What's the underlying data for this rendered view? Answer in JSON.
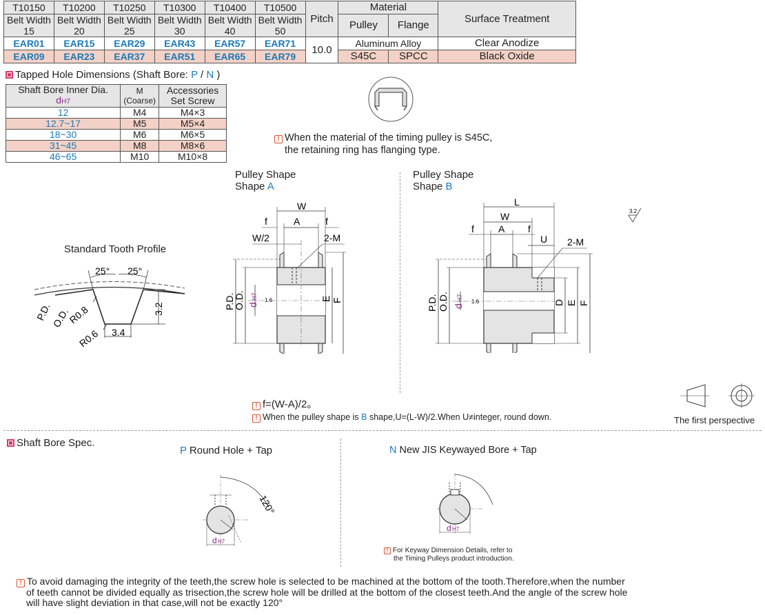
{
  "spec_table": {
    "series": [
      "T10150",
      "T10200",
      "T10250",
      "T10300",
      "T10400",
      "T10500"
    ],
    "belt_width_label": "Belt Width",
    "belt_widths": [
      "15",
      "20",
      "25",
      "30",
      "40",
      "50"
    ],
    "pitch_label": "Pitch",
    "material_label": "Material",
    "pulley_label": "Pulley",
    "flange_label": "Flange",
    "surface_label": "Surface Treatment",
    "pitch_value": "10.0",
    "rows": [
      {
        "codes": [
          "EAR01",
          "EAR15",
          "EAR29",
          "EAR43",
          "EAR57",
          "EAR71"
        ],
        "material": "Aluminum Alloy",
        "surface": "Clear Anodize"
      },
      {
        "codes": [
          "EAR09",
          "EAR23",
          "EAR37",
          "EAR51",
          "EAR65",
          "EAR79"
        ],
        "pulley": "S45C",
        "flange": "SPCC",
        "surface": "Black Oxide"
      }
    ]
  },
  "tapped_holes": {
    "title_prefix": "Tapped Hole Dimensions (Shaft Bore: ",
    "p": "P",
    "sep": " / ",
    "n": "N",
    "title_suffix": " )",
    "col1": "Shaft Bore Inner Dia.",
    "col1_sub_d": "d",
    "col1_sub_h": "H7",
    "col2": "M",
    "col2_sub": "(Coarse)",
    "col3a": "Accessories",
    "col3b": "Set Screw",
    "rows": [
      {
        "dia": "12",
        "m": "M4",
        "screw": "M4×3"
      },
      {
        "dia": "12.7~17",
        "m": "M5",
        "screw": "M5×4"
      },
      {
        "dia": "18~30",
        "m": "M6",
        "screw": "M6×5"
      },
      {
        "dia": "31~45",
        "m": "M8",
        "screw": "M8×6"
      },
      {
        "dia": "46~65",
        "m": "M10",
        "screw": "M10×8"
      }
    ]
  },
  "ring_note": {
    "line1": "When the material of the timing pulley is S45C,",
    "line2": "the retaining ring has flanging type."
  },
  "tooth_profile": {
    "title": "Standard Tooth Profile",
    "angle_left": "25°",
    "angle_right": "25°",
    "pd": "P.D.",
    "od": "O.D.",
    "r08": "R0.8",
    "r06": "R0.6",
    "width": "3.4",
    "depth": "3.2"
  },
  "shape_a": {
    "title": "Pulley Shape",
    "shape_label": "Shape ",
    "shape_letter": "A",
    "w": "W",
    "a": "A",
    "f": "f",
    "w2": "W/2",
    "m": "2-M",
    "pd": "P.D.",
    "od": "O.D.",
    "d": "d",
    "h7": "H7",
    "e": "E",
    "fdim": "F",
    "rough": "1.6"
  },
  "shape_b": {
    "title": "Pulley Shape",
    "shape_label": "Shape ",
    "shape_letter": "B",
    "l": "L",
    "w": "W",
    "a": "A",
    "f": "f",
    "u": "U",
    "m": "2-M",
    "pd": "P.D.",
    "od": "O.D.",
    "d": "d",
    "h7": "H7",
    "dd": "D",
    "e": "E",
    "fdim": "F",
    "rough": "1.6"
  },
  "surface_rough": "3.2",
  "formula_notes": {
    "f_formula": "f=(W-A)/2。",
    "u_prefix": "When the pulley shape is ",
    "u_letter": "B",
    "u_suffix": " shape,U=(L-W)/2.When U≠integer, round down."
  },
  "perspective_label": "The first perspective",
  "shaft_bore": {
    "title": "Shaft Bore Spec.",
    "p_letter": "P",
    "p_title": " Round Hole + Tap",
    "n_letter": "N",
    "n_title": " New JIS Keywayed Bore + Tap",
    "angle": "120°",
    "d": "d",
    "h7": "H7",
    "keyway_note_1": "For Keyway Dimension Details, refer to",
    "keyway_note_2": "the Timing Pulleys product introduction."
  },
  "bottom_note": {
    "line1": "To avoid damaging the integrity of the teeth,the screw hole is selected to be machined at the bottom of the tooth.Therefore,when the number",
    "line2": "of teeth cannot be divided equally as trisection,the screw hole will be drilled at the bottom of the closest teeth.And the angle of the screw hole",
    "line3": "will have slight deviation in that case,will not be exactly 120°"
  }
}
